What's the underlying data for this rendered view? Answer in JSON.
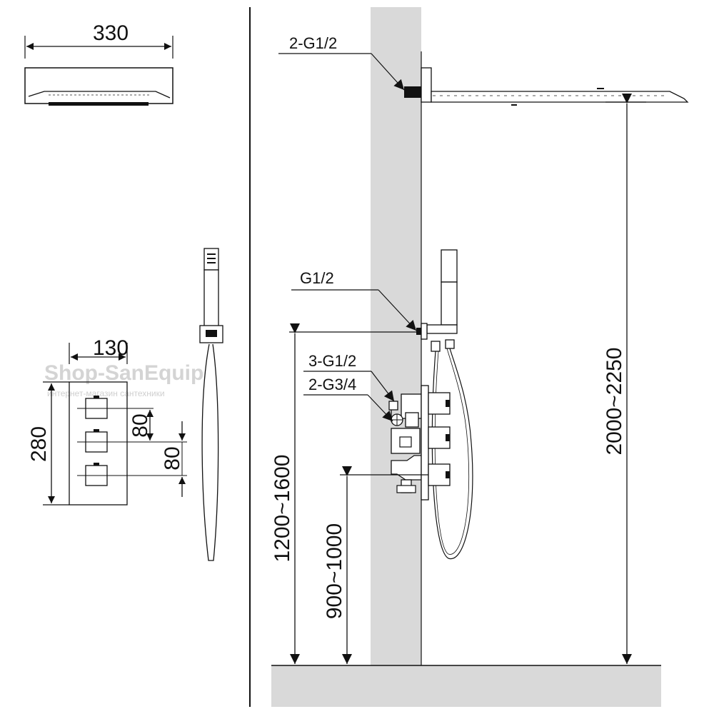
{
  "diagram": {
    "top_view": {
      "width_label": "330"
    },
    "panel": {
      "width_label": "130",
      "height_label": "280",
      "spacing_upper": "80",
      "spacing_lower": "80"
    },
    "installation": {
      "rain_inlet": "2-G1/2",
      "hand_inlet": "G1/2",
      "valve_outlets": "3-G1/2",
      "valve_inlets": "2-G3/4",
      "head_height": "2000~2250",
      "hand_inlet_height": "1200~1600",
      "valve_height": "900~1000"
    },
    "watermark": {
      "brand": "Shop-SanEquip",
      "tagline": "интернет-магазин сантехники"
    },
    "colors": {
      "wall": "#d9d9d9",
      "line": "#111111",
      "watermark": "#d4d4d4"
    }
  }
}
